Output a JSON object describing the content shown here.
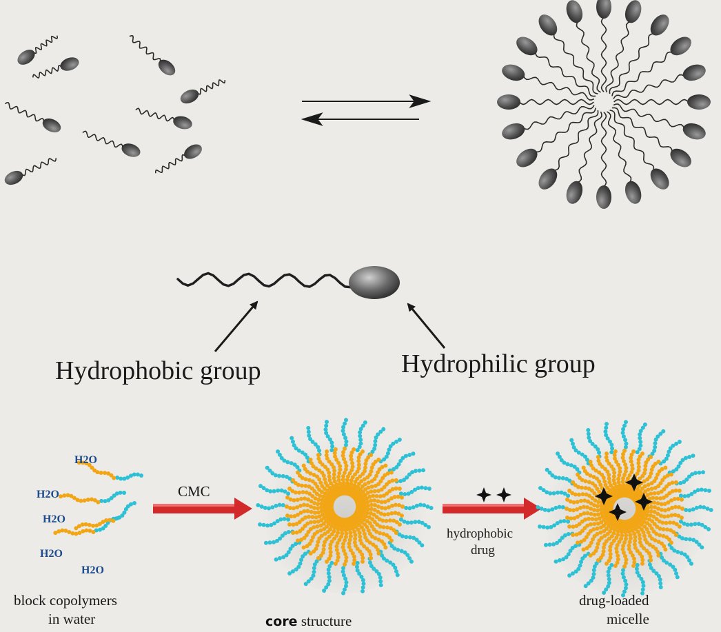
{
  "labels": {
    "hydrophobic": "Hydrophobic group",
    "hydrophilic": "Hydrophilic group"
  },
  "bottom": {
    "water_label": "H2O",
    "cmc": "CMC",
    "hydrophobic_drug_line1": "hydrophobic",
    "hydrophobic_drug_line2": "drug",
    "block_line1": "block copolymers",
    "block_line2": "in water",
    "core_bold": "core",
    "core_rest": " structure",
    "loaded_line1": "drug-loaded",
    "loaded_line2": "micelle"
  },
  "colors": {
    "head": "#4f4f4f",
    "tail": "#2a2a2a",
    "hydrophilic_bead": "#2ec0d4",
    "hydrophobic_bead": "#f2a615",
    "arrow_red": "#d22a2a",
    "water_text": "#1c4a8c"
  },
  "icons": [
    "equilibrium-arrows-icon",
    "pointer-arrow-icon",
    "star-drug-icon"
  ]
}
